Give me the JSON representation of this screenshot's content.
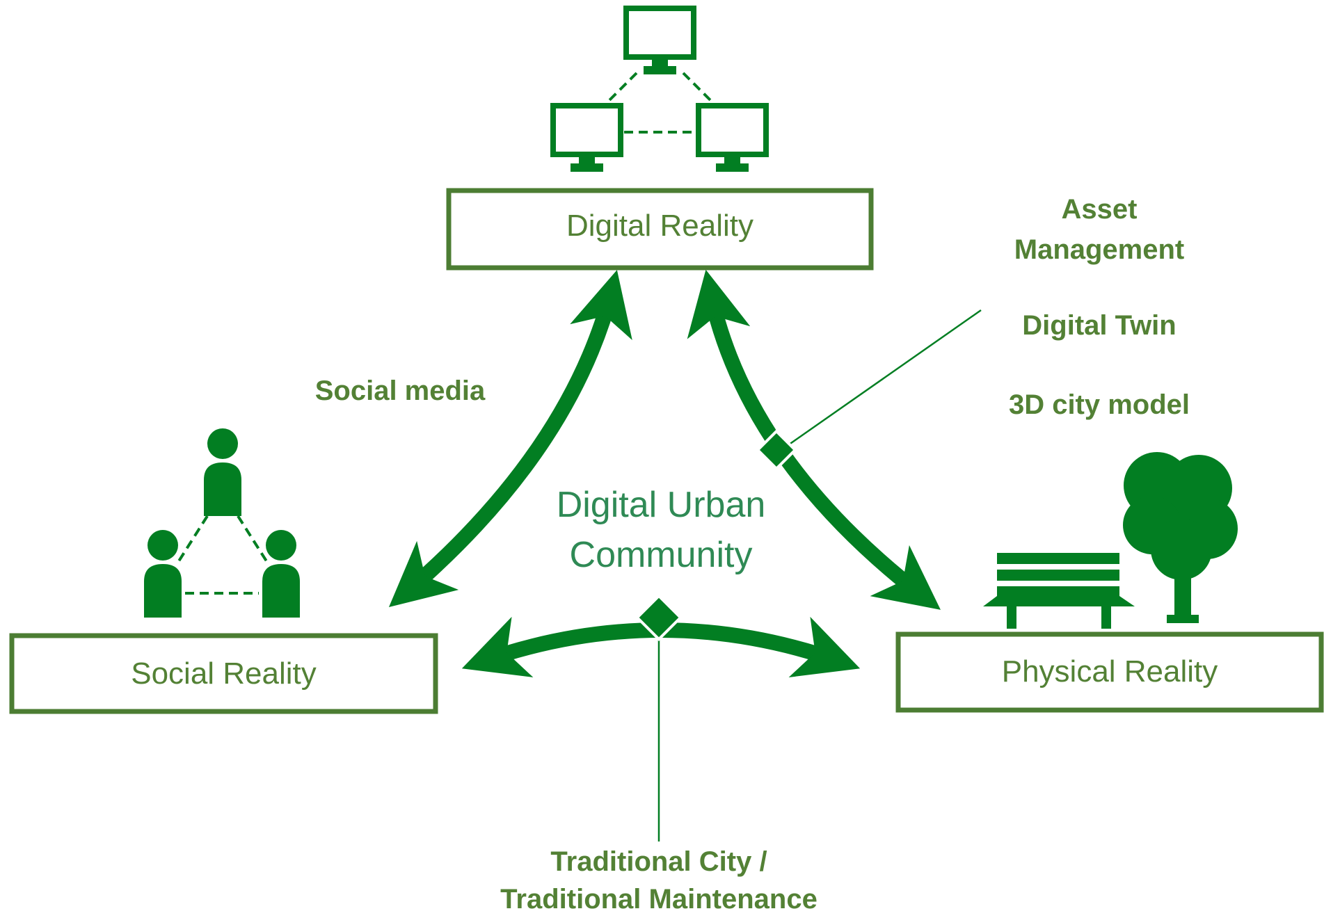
{
  "colors": {
    "primary_green": "#027e22",
    "outline_green": "#4c7d33",
    "text_green": "#538135",
    "title_green": "#2f8a55"
  },
  "nodes": {
    "digital_reality": {
      "label": "Digital Reality",
      "icon": "networked-computers-icon"
    },
    "social_reality": {
      "label": "Social Reality",
      "icon": "connected-people-icon"
    },
    "physical_reality": {
      "label": "Physical Reality",
      "icon": "bench-and-tree-icon"
    }
  },
  "center_title": {
    "line1": "Digital Urban",
    "line2": "Community"
  },
  "labels": {
    "social_media": "Social media",
    "asset_management_line1": "Asset",
    "asset_management_line2": "Management",
    "digital_twin": "Digital Twin",
    "city_model": "3D city model",
    "traditional_line1": "Traditional City /",
    "traditional_line2": "Traditional Maintenance"
  }
}
